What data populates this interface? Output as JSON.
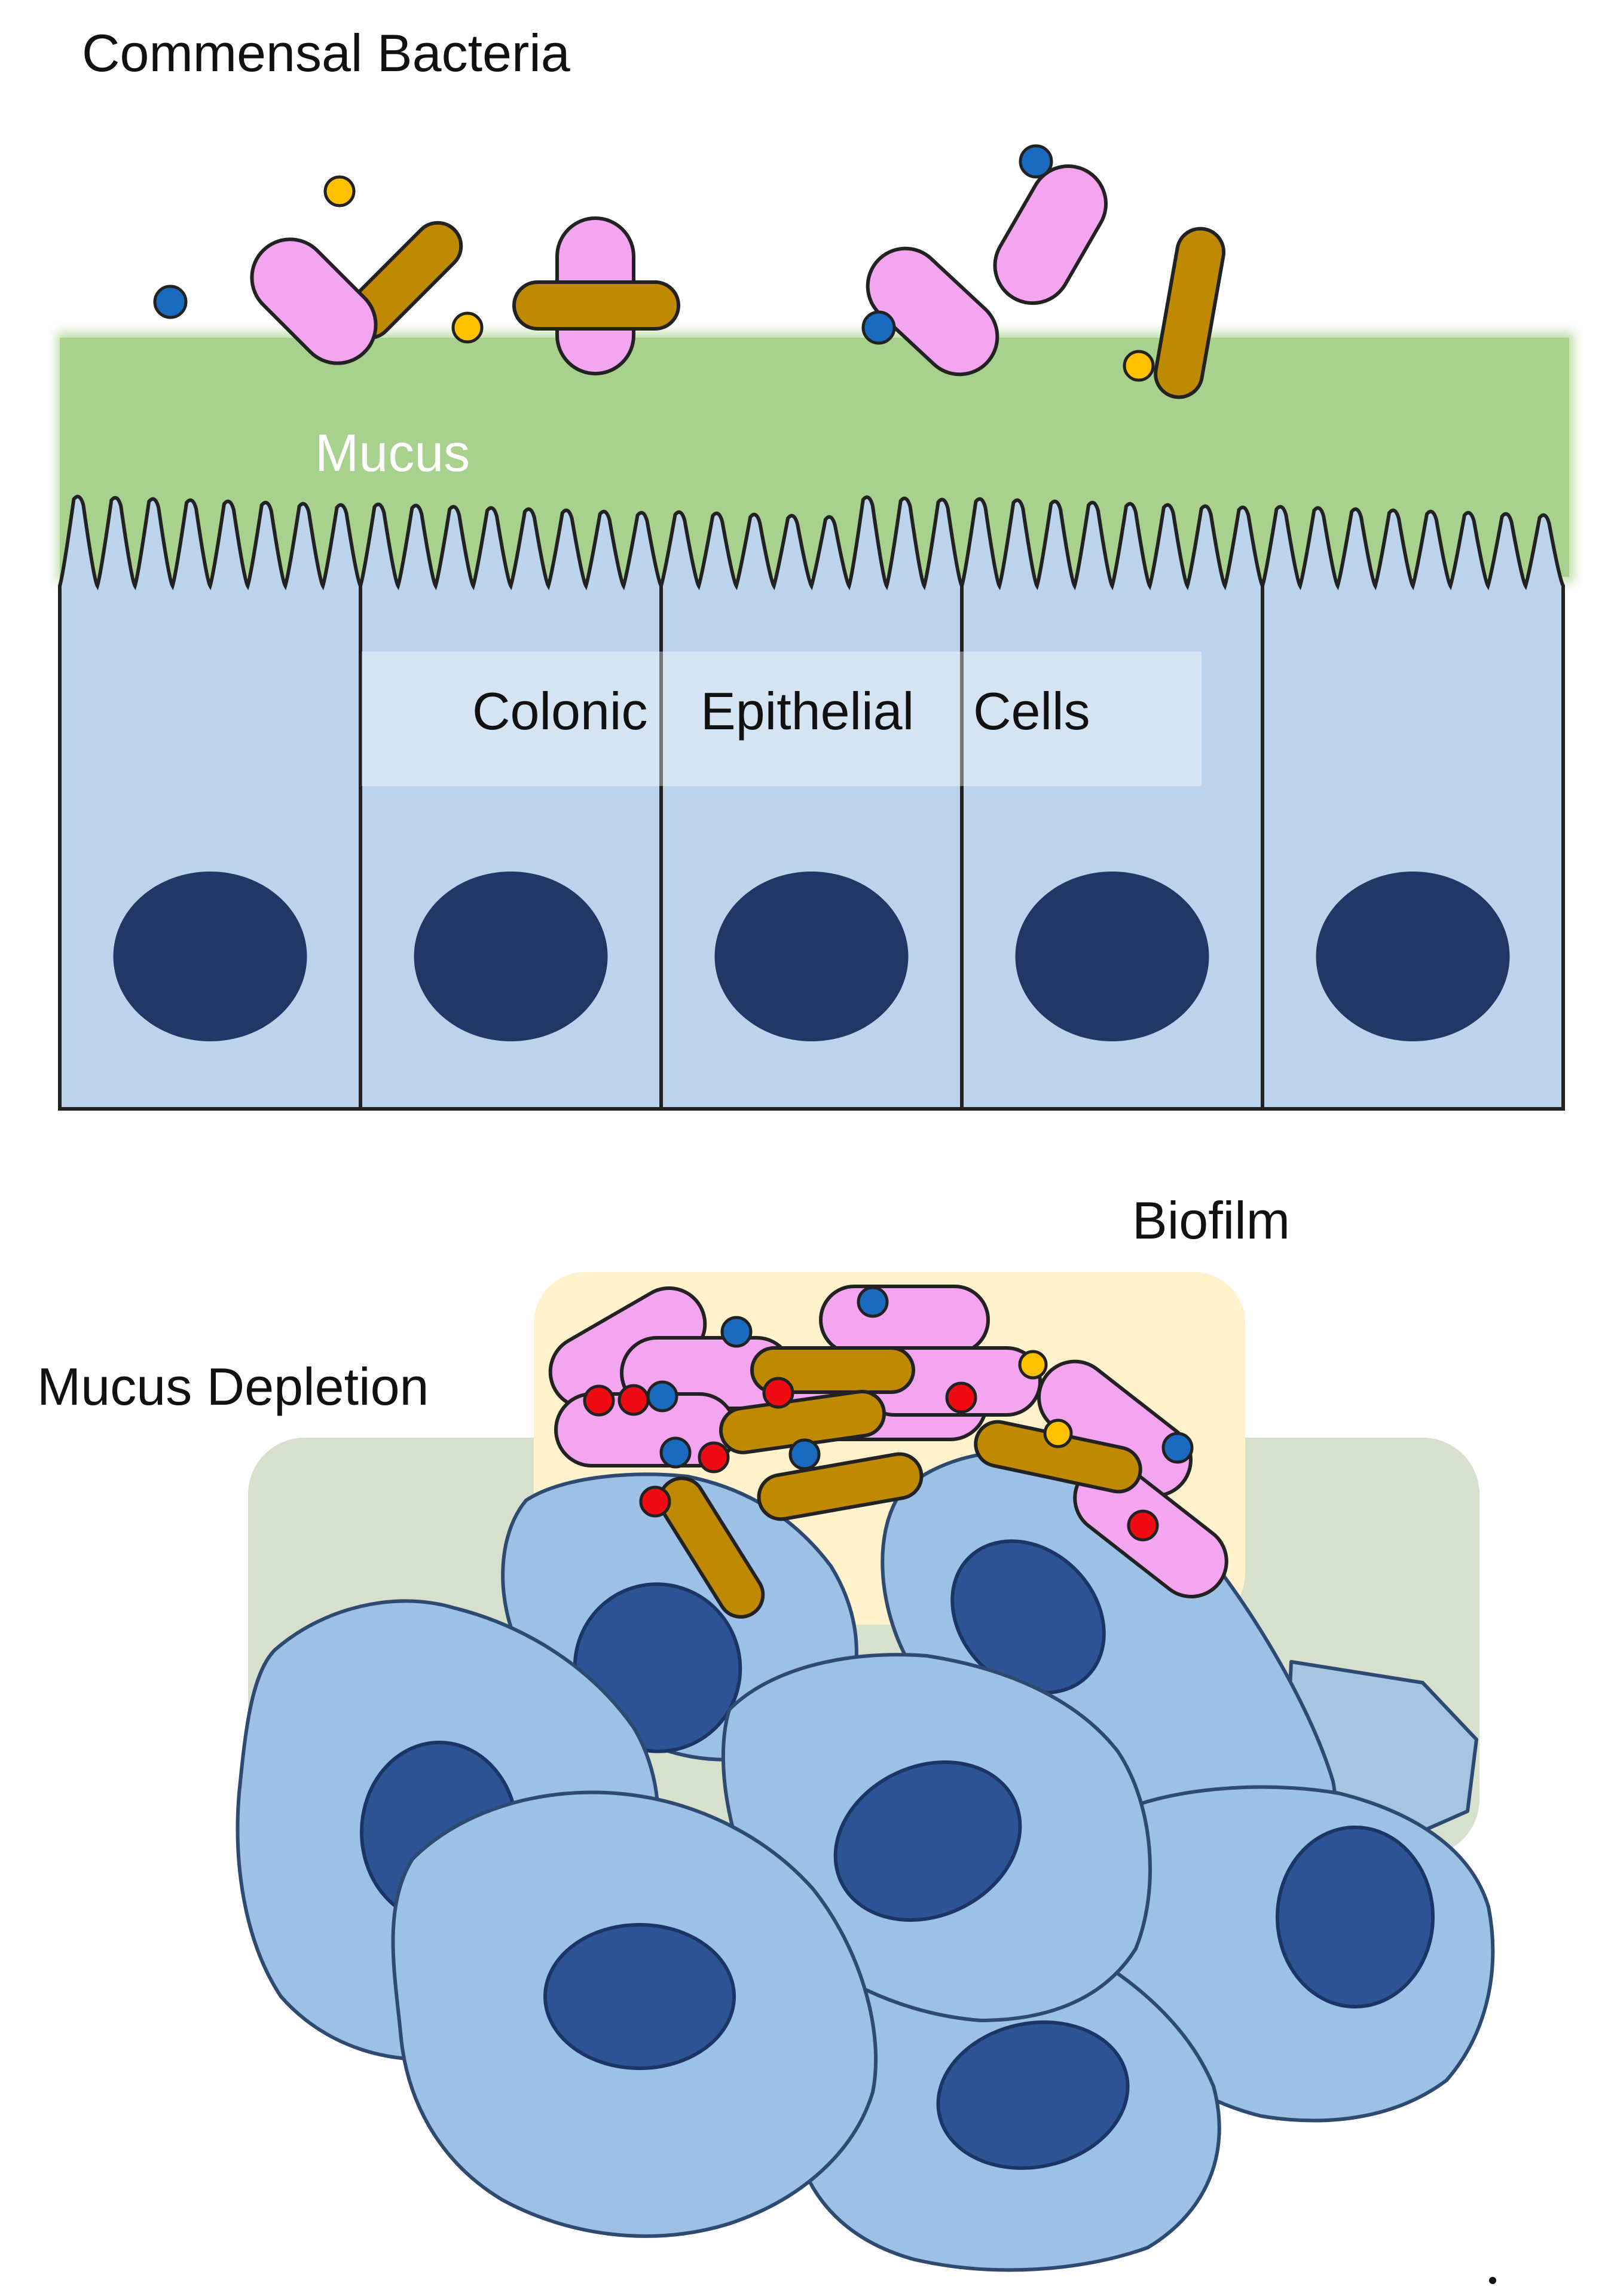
{
  "labels": {
    "commensal_bacteria": "Commensal Bacteria",
    "mucus": "Mucus",
    "colonic": "Colonic",
    "epithelial": "Epithelial",
    "cells": "Cells",
    "biofilm": "Biofilm",
    "mucus_depletion": "Mucus Depletion"
  },
  "colors": {
    "mucus_layer": "#a9d18e",
    "epithelial_cell": "#bcd3ec",
    "nucleus": "#213866",
    "cancer_cell": "#9cc0e6",
    "cancer_nucleus": "#2e5496",
    "biofilm_zone": "#fff2cc",
    "depleted_mucus_zone": "#d6e0cd",
    "pink_bacteria": "#f3a6ef",
    "rod_bacteria": "#bf8a00",
    "blue_molecule": "#1a6bbf",
    "yellow_molecule": "#ffc000",
    "red_molecule": "#ef0a14"
  }
}
